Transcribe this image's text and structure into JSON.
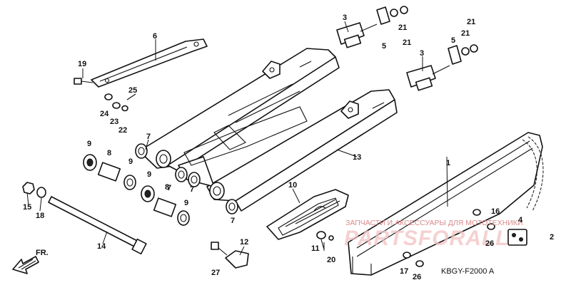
{
  "diagram": {
    "code": "KBGY-F2000 A",
    "direction_label": "FR.",
    "watermark": {
      "text": "ЗАПЧАСТИ И АКСЕССУАРЫ ДЛЯ МОТОТЕХНИКИ",
      "logo": "PARTSFORALL"
    },
    "callouts": [
      "1",
      "2",
      "3",
      "3",
      "4",
      "5",
      "5",
      "6",
      "7",
      "7",
      "7",
      "7",
      "8",
      "8",
      "9",
      "9",
      "9",
      "9",
      "10",
      "11",
      "12",
      "13",
      "14",
      "15",
      "16",
      "17",
      "18",
      "19",
      "20",
      "21",
      "21",
      "21",
      "21",
      "22",
      "23",
      "24",
      "25",
      "26",
      "26",
      "27"
    ]
  }
}
